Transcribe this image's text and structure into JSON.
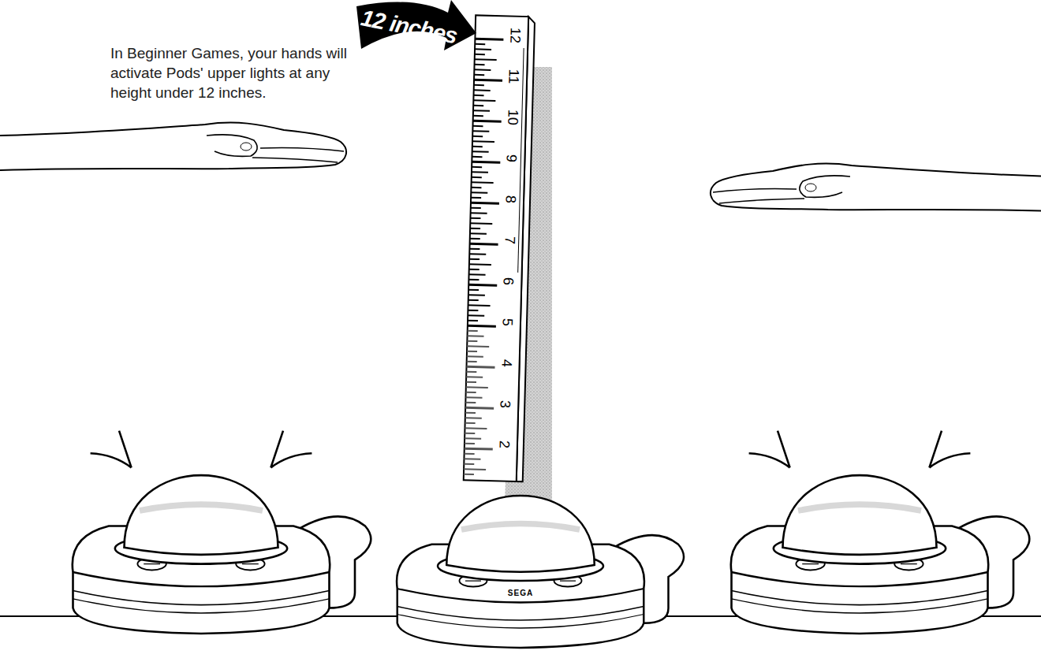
{
  "diagram": {
    "labels": [
      "In Beginner Games, your hands will activate Pods' upper lights at any height under 12 inches.",
      "12 inches",
      "12",
      "11",
      "10",
      "9",
      "8",
      "7",
      "6",
      "5",
      "4",
      "3",
      "2",
      "SEGA"
    ]
  }
}
